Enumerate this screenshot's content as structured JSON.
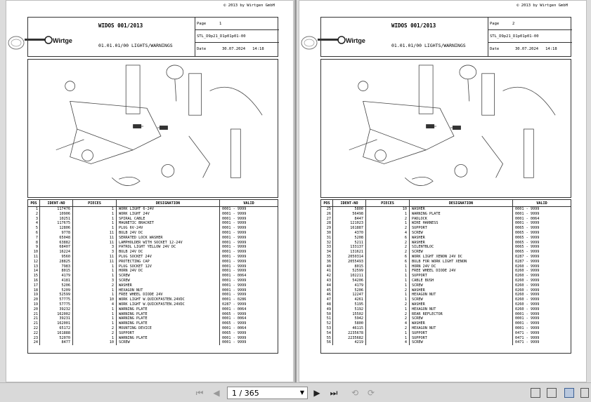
{
  "document": {
    "title": "WIDOS 001/2013",
    "copyright": "© 2013 by Wirtgen GmbH",
    "brand": "Wirtgen",
    "section": "01.01.01/00 LIGHTS/WARNINGS",
    "page_label": "Page",
    "date_label": "Date",
    "doc_code": "STL_D9p21_D1p01p01-00",
    "date": "30.07.2024",
    "time": "14:18"
  },
  "table_headers": {
    "pos": "POS",
    "ident": "IDENT-NO",
    "pieces": "PIECES",
    "designation": "DESIGNATION",
    "valid": "VALID"
  },
  "pages": [
    {
      "page_no": "1",
      "rows": [
        [
          "1",
          "117476",
          "1",
          "WORK LIGHT 6-24V",
          "0001 - 9999"
        ],
        [
          "2",
          "10906",
          "1",
          "WORK LIGHT 24V",
          "0001 - 9999"
        ],
        [
          "3",
          "10251",
          "1",
          "SPIRAL CABLE",
          "0001 - 9999"
        ],
        [
          "4",
          "117675",
          "1",
          "MAGNETIC BRACKET",
          "0001 - 9999"
        ],
        [
          "5",
          "12806",
          "1",
          "PLUG 6V-24V",
          "0001 - 9999"
        ],
        [
          "6",
          "9778",
          "11",
          "BULB 24V DC",
          "0001 - 9999"
        ],
        [
          "7",
          "65048",
          "11",
          "SERRATED LOCK WASHER",
          "0001 - 9999"
        ],
        [
          "8",
          "63882",
          "11",
          "LAMPHOLDER WITH SOCKET 12-24V",
          "0001 - 9999"
        ],
        [
          "9",
          "68407",
          "3",
          "PATROL LIGHT YELLOW 24V DC",
          "0001 - 9999"
        ],
        [
          "10",
          "16224",
          "3",
          "BULB 24V DC",
          "0001 - 9999"
        ],
        [
          "11",
          "9560",
          "11",
          "PLUG SOCKET 24V",
          "0001 - 9999"
        ],
        [
          "12",
          "28825",
          "11",
          "PROTECTING CAP",
          "0001 - 9999"
        ],
        [
          "13",
          "7983",
          "1",
          "PLUG SOCKET 12V",
          "0001 - 9999"
        ],
        [
          "14",
          "8015",
          "1",
          "HORN 24V DC",
          "0001 - 9999"
        ],
        [
          "15",
          "4179",
          "1",
          "SCREW",
          "0001 - 0064"
        ],
        [
          "16",
          "4181",
          "3",
          "SCREW",
          "0001 - 9999"
        ],
        [
          "17",
          "5206",
          "2",
          "WASHER",
          "0001 - 9999"
        ],
        [
          "18",
          "5209",
          "1",
          "HEXAGON NUT",
          "0001 - 9999"
        ],
        [
          "19",
          "52599",
          "1",
          "FREE WHEEL DIODE 24V",
          "0001 - 9999"
        ],
        [
          "20",
          "57775",
          "10",
          "WORK LIGHT W.QUICKFASTEN.24VDC",
          "0001 - 0286"
        ],
        [
          "19",
          "57775",
          "4",
          "WORK LIGHT W.QUICKFASTEN.24VDC",
          "0287 - 9999"
        ],
        [
          "20",
          "39232",
          "1",
          "WARNING PLATE",
          "0001 - 0064"
        ],
        [
          "21",
          "162002",
          "1",
          "WARNING PLATE",
          "0065 - 9999"
        ],
        [
          "21",
          "39231",
          "1",
          "WARNING PLATE",
          "0001 - 0064"
        ],
        [
          "21",
          "162001",
          "1",
          "WARNING PLATE",
          "0065 - 9999"
        ],
        [
          "22",
          "65172",
          "2",
          "MOUNTING DEVICE",
          "0001 - 0064"
        ],
        [
          "22",
          "161888",
          "2",
          "SUPPORT",
          "0065 - 9999"
        ],
        [
          "23",
          "52070",
          "1",
          "WARNING PLATE",
          "0001 - 9999"
        ],
        [
          "24",
          "8477",
          "10",
          "SCREW",
          "0001 - 9999"
        ]
      ]
    },
    {
      "page_no": "2",
      "rows": [
        [
          "25",
          "5800",
          "10",
          "WASHER",
          "0001 - 9999"
        ],
        [
          "26",
          "56498",
          "1",
          "WARNING PLATE",
          "0001 - 9999"
        ],
        [
          "27",
          "8447",
          "2",
          "PADLOCK",
          "0001 - 0064"
        ],
        [
          "28",
          "121023",
          "1",
          "WIRE HARNESS",
          "0001 - 9999"
        ],
        [
          "29",
          "161887",
          "2",
          "SUPPORT",
          "0065 - 9999"
        ],
        [
          "30",
          "4370",
          "4",
          "SCREW",
          "0065 - 9999"
        ],
        [
          "31",
          "5208",
          "6",
          "WASHER",
          "0065 - 9999"
        ],
        [
          "32",
          "5211",
          "2",
          "WASHER",
          "0065 - 9999"
        ],
        [
          "33",
          "133137",
          "2",
          "SILENTBLOC",
          "0065 - 9999"
        ],
        [
          "34",
          "131621",
          "2",
          "SCREW",
          "0065 - 9999"
        ],
        [
          "35",
          "2050314",
          "6",
          "WORK LIGHT XENON 24V DC",
          "0287 - 9999"
        ],
        [
          "36",
          "2055493",
          "6",
          "BULB FOR WORK LIGHT XENON",
          "0287 - 9999"
        ],
        [
          "40",
          "8015",
          "1",
          "HORN 24V DC",
          "0260 - 9999"
        ],
        [
          "41",
          "52599",
          "1",
          "FREE WHEEL DIODE 24V",
          "0260 - 9999"
        ],
        [
          "42",
          "102211",
          "1",
          "SUPPORT",
          "0260 - 9999"
        ],
        [
          "43",
          "54206",
          "1",
          "CABLE BUSH",
          "0260 - 9999"
        ],
        [
          "44",
          "4179",
          "1",
          "SCREW",
          "0260 - 9999"
        ],
        [
          "45",
          "5206",
          "2",
          "WASHER",
          "0260 - 9999"
        ],
        [
          "46",
          "12247",
          "1",
          "HEXAGON NUT",
          "0260 - 9999"
        ],
        [
          "47",
          "4261",
          "1",
          "SCREW",
          "0260 - 9999"
        ],
        [
          "48",
          "5195",
          "2",
          "WASHER",
          "0260 - 9999"
        ],
        [
          "49",
          "5192",
          "1",
          "HEXAGON NUT",
          "0260 - 9999"
        ],
        [
          "50",
          "15502",
          "2",
          "REAR REFLECTOR",
          "0001 - 9999"
        ],
        [
          "51",
          "5942",
          "2",
          "SCREW",
          "0001 - 9999"
        ],
        [
          "52",
          "5800",
          "4",
          "WASHER",
          "0001 - 9999"
        ],
        [
          "53",
          "46115",
          "2",
          "HEXAGON NUT",
          "0001 - 9999"
        ],
        [
          "54",
          "2235678",
          "1",
          "SUPPORT",
          "0471 - 9999"
        ],
        [
          "55",
          "2235682",
          "1",
          "SUPPORT",
          "0471 - 9999"
        ],
        [
          "56",
          "4219",
          "4",
          "SCREW",
          "0471 - 9999"
        ]
      ]
    }
  ],
  "toolbar": {
    "page_indicator": "1 / 365"
  }
}
